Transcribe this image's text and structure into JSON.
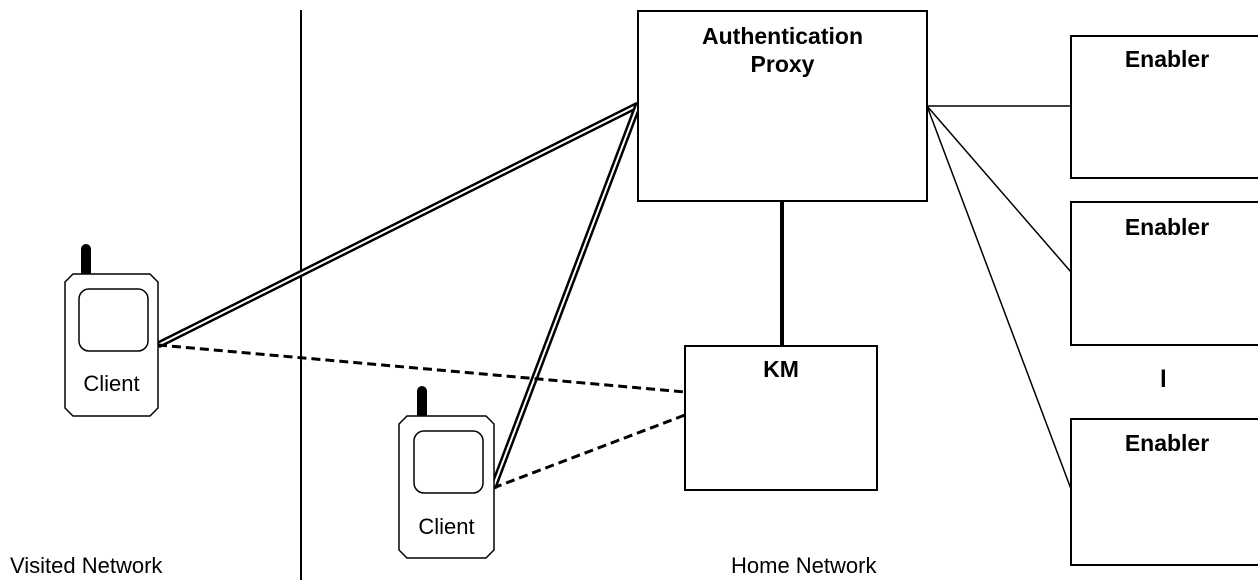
{
  "regions": {
    "visited": "Visited Network",
    "home": "Home Network"
  },
  "auth_proxy": {
    "title_line1": "Authentication",
    "title_line2": "Proxy"
  },
  "km": {
    "title": "KM"
  },
  "enablers": [
    {
      "title": "Enabler"
    },
    {
      "title": "Enabler"
    },
    {
      "title": "Enabler"
    }
  ],
  "ellipsis": "l",
  "clients": [
    {
      "label": "Client"
    },
    {
      "label": "Client"
    }
  ]
}
